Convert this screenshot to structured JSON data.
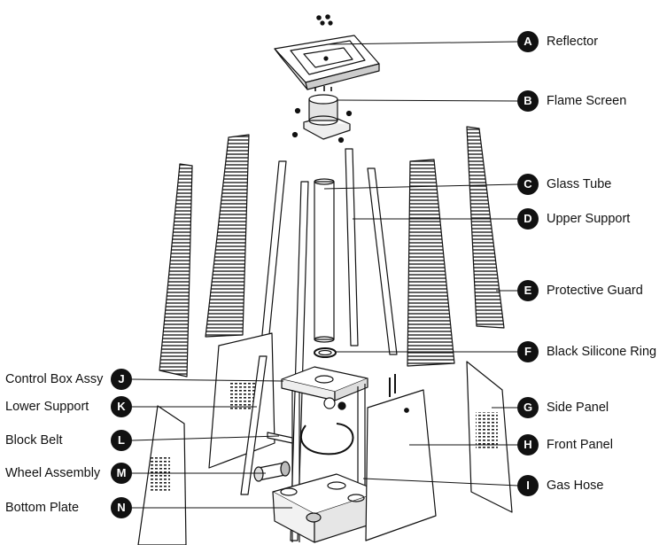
{
  "parts": [
    {
      "letter": "A",
      "name": "Reflector"
    },
    {
      "letter": "B",
      "name": "Flame Screen"
    },
    {
      "letter": "C",
      "name": "Glass Tube"
    },
    {
      "letter": "D",
      "name": "Upper Support"
    },
    {
      "letter": "E",
      "name": "Protective Guard"
    },
    {
      "letter": "F",
      "name": "Black Silicone Ring"
    },
    {
      "letter": "G",
      "name": "Side Panel"
    },
    {
      "letter": "H",
      "name": "Front Panel"
    },
    {
      "letter": "I",
      "name": "Gas Hose"
    },
    {
      "letter": "J",
      "name": "Control Box Assy"
    },
    {
      "letter": "K",
      "name": "Lower Support"
    },
    {
      "letter": "L",
      "name": "Block Belt"
    },
    {
      "letter": "M",
      "name": "Wheel Assembly"
    },
    {
      "letter": "N",
      "name": "Bottom Plate"
    }
  ]
}
